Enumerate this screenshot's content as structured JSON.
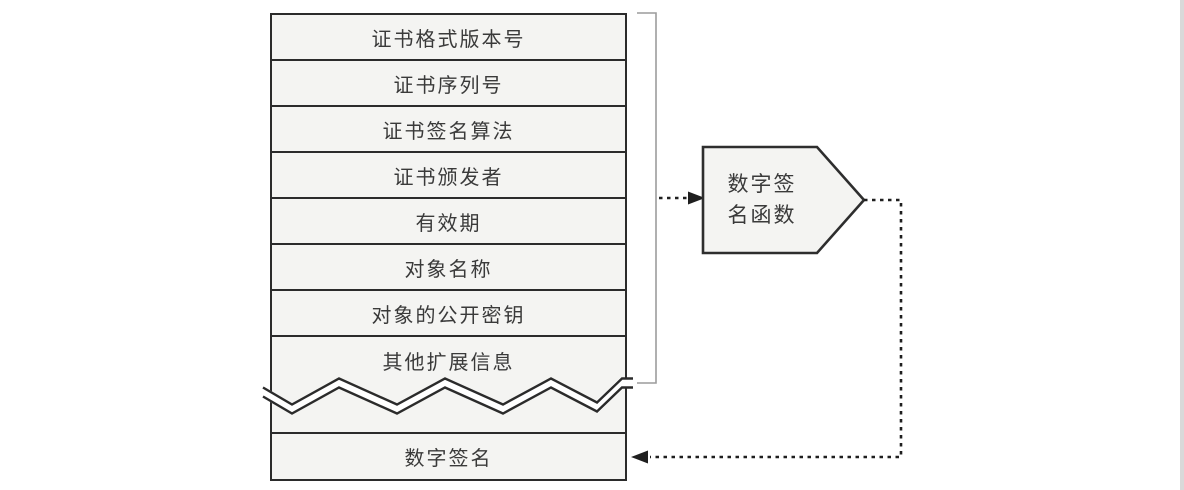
{
  "colors": {
    "row_fill": "#f4f4f2",
    "border_dark": "#2b2b2b",
    "text": "#3a3a3a",
    "bracket_gray": "#9c9c9c",
    "dashed_line": "#1f1f1f",
    "page_edge": "#d9d9d9"
  },
  "certificate_stack": {
    "rows": [
      {
        "label": "证书格式版本号"
      },
      {
        "label": "证书序列号"
      },
      {
        "label": "证书签名算法"
      },
      {
        "label": "证书颁发者"
      },
      {
        "label": "有效期"
      },
      {
        "label": "对象名称"
      },
      {
        "label": "对象的公开密钥"
      },
      {
        "label": "其他扩展信息"
      }
    ],
    "signature_row": {
      "label": "数字签名"
    }
  },
  "signature_function": {
    "label_line1": "数字签",
    "label_line2": "名函数"
  }
}
